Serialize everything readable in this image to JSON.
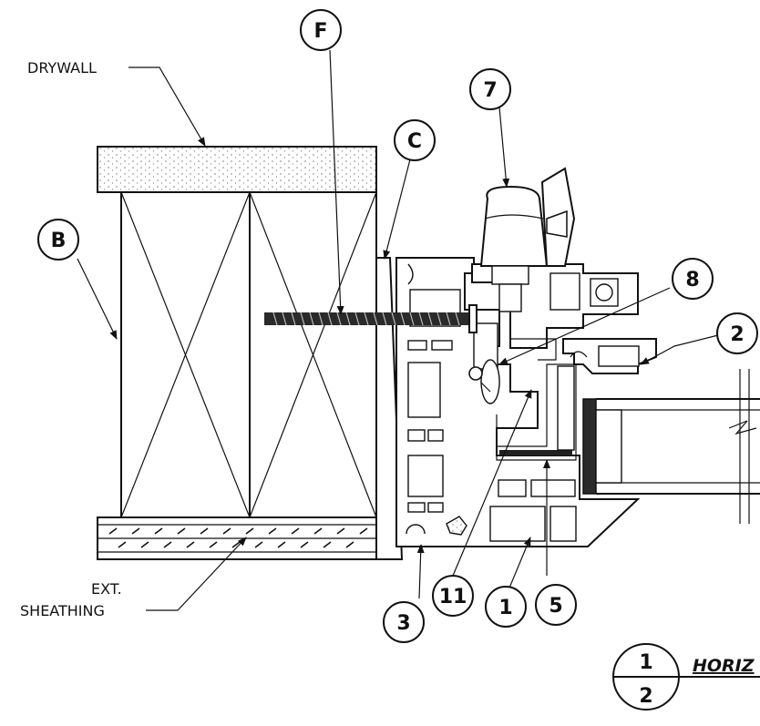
{
  "labels": {
    "drywall": "DRYWALL",
    "ext_sheathing_line1": "EXT.",
    "ext_sheathing_line2": "SHEATHING"
  },
  "callouts": {
    "F": "F",
    "seven": "7",
    "C": "C",
    "B": "B",
    "eight": "8",
    "two": "2",
    "three": "3",
    "eleven": "11",
    "one": "1",
    "five": "5"
  },
  "title_block": {
    "detail_number": "1",
    "sheet_number": "2",
    "title": "HORIZ"
  }
}
